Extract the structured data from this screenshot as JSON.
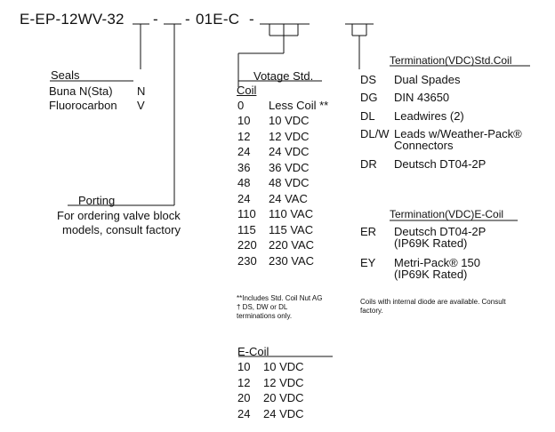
{
  "model": {
    "prefix": "E-EP-12WV-32",
    "dash1": "-",
    "dash2": "-",
    "code": "01E-C",
    "dash3": "-"
  },
  "seals": {
    "heading": "Seals",
    "items": [
      {
        "name": "Buna N(Sta)",
        "code": "N"
      },
      {
        "name": "Fluorocarbon",
        "code": "V"
      }
    ]
  },
  "porting": {
    "heading": "Porting",
    "line1": "For ordering valve block",
    "line2": "models, consult factory"
  },
  "voltage": {
    "heading": "Votage Std.",
    "col_label": "Coil",
    "rows": [
      {
        "code": "0",
        "label": "Less Coil **"
      },
      {
        "code": "10",
        "label": "10 VDC"
      },
      {
        "code": "12",
        "label": "12 VDC"
      },
      {
        "code": "24",
        "label": "24 VDC"
      },
      {
        "code": "36",
        "label": "36 VDC"
      },
      {
        "code": "48",
        "label": "48 VDC"
      },
      {
        "code": "24",
        "label": "24 VAC"
      },
      {
        "code": "110",
        "label": "110 VAC"
      },
      {
        "code": "115",
        "label": "115 VAC"
      },
      {
        "code": "220",
        "label": "220 VAC"
      },
      {
        "code": "230",
        "label": "230 VAC"
      }
    ],
    "note_line1": "**Includes Std. Coil Nut AG",
    "note_line2": "† DS, DW or DL",
    "note_line3": "terminations only."
  },
  "ecoil": {
    "heading": "E-Coil",
    "rows": [
      {
        "code": "10",
        "label": "10 VDC"
      },
      {
        "code": "12",
        "label": "12 VDC"
      },
      {
        "code": "20",
        "label": "20 VDC"
      },
      {
        "code": "24",
        "label": "24 VDC"
      }
    ]
  },
  "termination_std": {
    "heading": "Termination(VDC)Std.Coil",
    "rows": [
      {
        "code": "DS",
        "label": "Dual Spades"
      },
      {
        "code": "DG",
        "label": "DIN 43650"
      },
      {
        "code": "DL",
        "label": "Leadwires (2)"
      },
      {
        "code": "DL/W",
        "label": "Leads w/Weather-Pack®",
        "label2": "Connectors"
      },
      {
        "code": "DR",
        "label": "Deutsch DT04-2P"
      }
    ]
  },
  "termination_e": {
    "heading": "Termination(VDC)E-Coil",
    "rows": [
      {
        "code": "ER",
        "label": "Deutsch DT04-2P",
        "label2": "(IP69K Rated)"
      },
      {
        "code": "EY",
        "label": "Metri-Pack® 150",
        "label2": "(IP69K Rated)"
      }
    ],
    "note": "Coils with internal diode are available. Consult factory."
  }
}
